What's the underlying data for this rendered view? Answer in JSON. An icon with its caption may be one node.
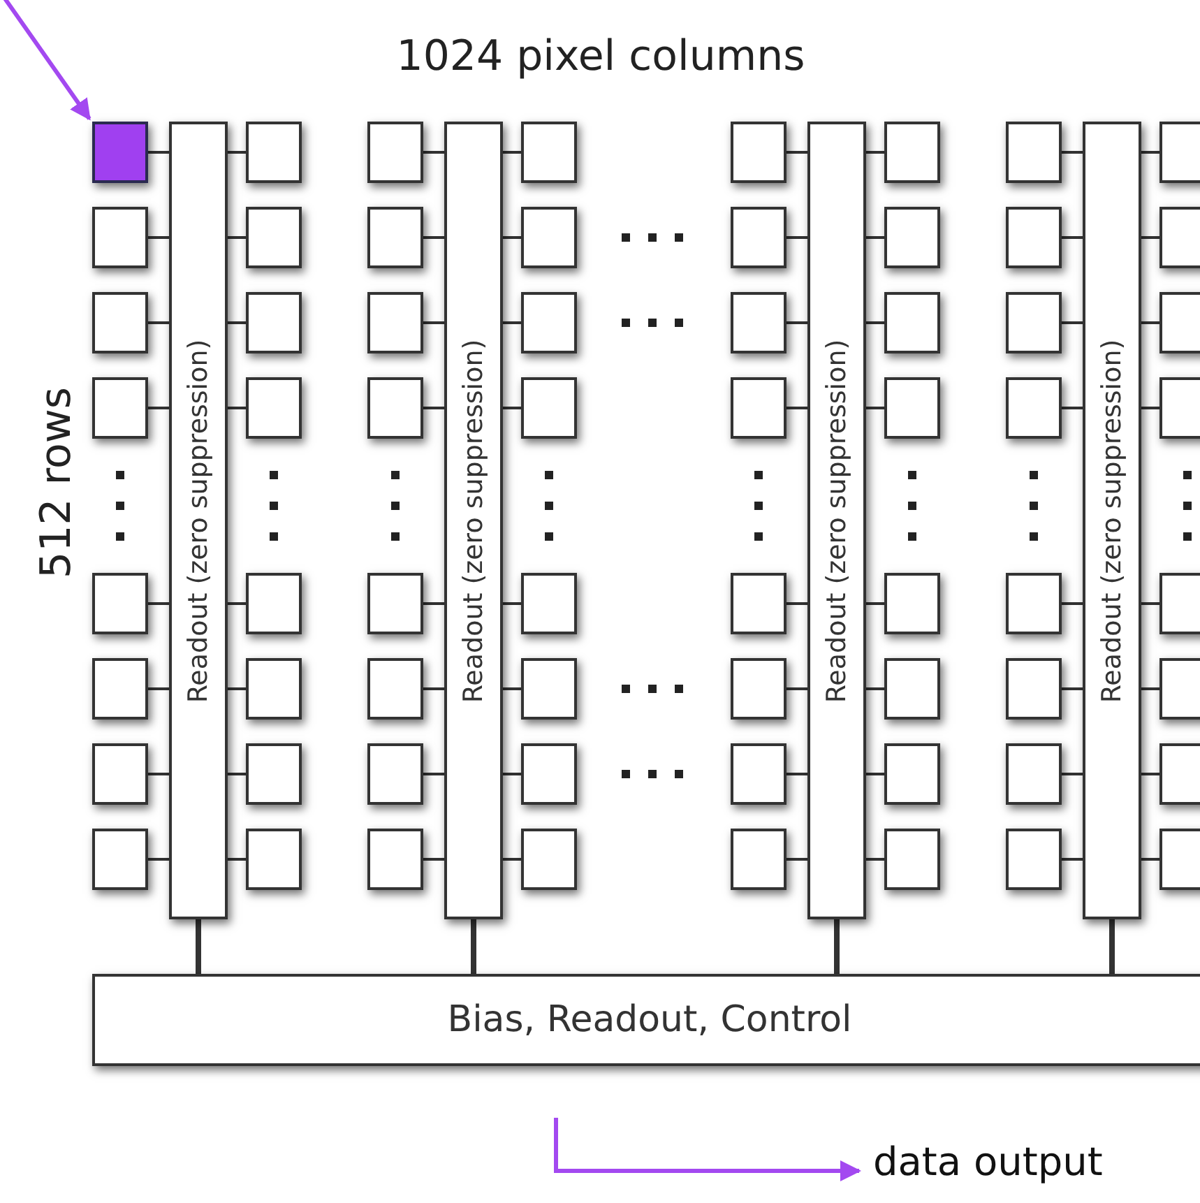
{
  "diagram": {
    "nodes": [
      {
        "text": [],
        "shape": "box"
      },
      {
        "text": [],
        "shape": "box"
      },
      {
        "text": [],
        "shape": "box"
      },
      {
        "text": [],
        "shape": "box"
      },
      {
        "text": [],
        "shape": "box"
      },
      {
        "text": [],
        "shape": "box"
      },
      {
        "text": [],
        "shape": "box"
      },
      {
        "text": [],
        "shape": "box"
      },
      {
        "text": [
          "Readout (zero suppression)"
        ]
      },
      {
        "text": [],
        "shape": "box"
      },
      {
        "text": [],
        "shape": "box"
      },
      {
        "text": [],
        "shape": "box"
      },
      {
        "text": [],
        "shape": "box"
      },
      {
        "text": [],
        "shape": "box"
      },
      {
        "text": [],
        "shape": "box"
      },
      {
        "text": [],
        "shape": "box"
      },
      {
        "text": [],
        "shape": "box"
      },
      {
        "text": [],
        "shape": "box"
      },
      {
        "text": [],
        "shape": "box"
      },
      {
        "text": [],
        "shape": "box"
      },
      {
        "text": [],
        "shape": "box"
      },
      {
        "text": [],
        "shape": "box"
      },
      {
        "text": [],
        "shape": "box"
      },
      {
        "text": [],
        "shape": "box"
      },
      {
        "text": [],
        "shape": "box"
      },
      {
        "text": [
          "Readout (zero suppression)"
        ]
      },
      {
        "text": [],
        "shape": "box"
      },
      {
        "text": [],
        "shape": "box"
      },
      {
        "text": [],
        "shape": "box"
      },
      {
        "text": [],
        "shape": "box"
      },
      {
        "text": [],
        "shape": "box"
      },
      {
        "text": [],
        "shape": "box"
      },
      {
        "text": [],
        "shape": "box"
      },
      {
        "text": [],
        "shape": "box"
      },
      {
        "text": [],
        "shape": "box"
      },
      {
        "text": [],
        "shape": "box"
      },
      {
        "text": [],
        "shape": "box"
      },
      {
        "text": [],
        "shape": "box"
      },
      {
        "text": [],
        "shape": "box"
      },
      {
        "text": [],
        "shape": "box"
      },
      {
        "text": [],
        "shape": "box"
      },
      {
        "text": [],
        "shape": "box"
      },
      {
        "text": [
          "Readout (zero suppression)"
        ]
      },
      {
        "text": [],
        "shape": "box"
      },
      {
        "text": [],
        "shape": "box"
      },
      {
        "text": [],
        "shape": "box"
      },
      {
        "text": [],
        "shape": "box"
      },
      {
        "text": [],
        "shape": "box"
      },
      {
        "text": [],
        "shape": "box"
      },
      {
        "text": [],
        "shape": "box"
      },
      {
        "text": [],
        "shape": "box"
      },
      {
        "text": [],
        "shape": "box"
      },
      {
        "text": [],
        "shape": "box"
      },
      {
        "text": [],
        "shape": "box"
      },
      {
        "text": [],
        "shape": "box"
      },
      {
        "text": [],
        "shape": "box"
      },
      {
        "text": [],
        "shape": "box"
      },
      {
        "text": [],
        "shape": "box"
      },
      {
        "text": [],
        "shape": "box"
      },
      {
        "text": [
          "Readout (zero suppression)"
        ]
      },
      {
        "text": [],
        "shape": "box"
      },
      {
        "text": [],
        "shape": "box"
      },
      {
        "text": [],
        "shape": "box"
      },
      {
        "text": [],
        "shape": "box"
      },
      {
        "text": [],
        "shape": "box"
      },
      {
        "text": [],
        "shape": "box"
      },
      {
        "text": [],
        "shape": "box"
      },
      {
        "text": [],
        "shape": "box"
      },
      {
        "text": [
          "Bias, Readout, Control"
        ]
      },
      {
        "text": [
          "data output"
        ]
      }
    ],
    "edges": [
      {
        "from": 0,
        "to": 8,
        "arrow": "none"
      },
      {
        "from": 1,
        "to": 8,
        "arrow": "none"
      },
      {
        "from": 2,
        "to": 8,
        "arrow": "none"
      },
      {
        "from": 3,
        "to": 8,
        "arrow": "none"
      },
      {
        "from": 4,
        "to": 8,
        "arrow": "none"
      },
      {
        "from": 5,
        "to": 8,
        "arrow": "none"
      },
      {
        "from": 6,
        "to": 8,
        "arrow": "none"
      },
      {
        "from": 7,
        "to": 8,
        "arrow": "none"
      },
      {
        "from": 9,
        "to": 8,
        "arrow": "none"
      },
      {
        "from": 10,
        "to": 8,
        "arrow": "none"
      },
      {
        "from": 11,
        "to": 8,
        "arrow": "none"
      },
      {
        "from": 12,
        "to": 8,
        "arrow": "none"
      },
      {
        "from": 13,
        "to": 8,
        "arrow": "none"
      },
      {
        "from": 14,
        "to": 8,
        "arrow": "none"
      },
      {
        "from": 15,
        "to": 8,
        "arrow": "none"
      },
      {
        "from": 16,
        "to": 8,
        "arrow": "none"
      },
      {
        "from": 17,
        "to": 25,
        "arrow": "none"
      },
      {
        "from": 18,
        "to": 25,
        "arrow": "none"
      },
      {
        "from": 19,
        "to": 25,
        "arrow": "none"
      },
      {
        "from": 20,
        "to": 25,
        "arrow": "none"
      },
      {
        "from": 21,
        "to": 25,
        "arrow": "none"
      },
      {
        "from": 22,
        "to": 25,
        "arrow": "none"
      },
      {
        "from": 23,
        "to": 25,
        "arrow": "none"
      },
      {
        "from": 24,
        "to": 25,
        "arrow": "none"
      },
      {
        "from": 26,
        "to": 25,
        "arrow": "none"
      },
      {
        "from": 27,
        "to": 25,
        "arrow": "none"
      },
      {
        "from": 28,
        "to": 25,
        "arrow": "none"
      },
      {
        "from": 29,
        "to": 25,
        "arrow": "none"
      },
      {
        "from": 30,
        "to": 25,
        "arrow": "none"
      },
      {
        "from": 31,
        "to": 25,
        "arrow": "none"
      },
      {
        "from": 32,
        "to": 25,
        "arrow": "none"
      },
      {
        "from": 33,
        "to": 25,
        "arrow": "none"
      },
      {
        "from": 34,
        "to": 42,
        "arrow": "none"
      },
      {
        "from": 35,
        "to": 42,
        "arrow": "none"
      },
      {
        "from": 36,
        "to": 42,
        "arrow": "none"
      },
      {
        "from": 37,
        "to": 42,
        "arrow": "none"
      },
      {
        "from": 38,
        "to": 42,
        "arrow": "none"
      },
      {
        "from": 39,
        "to": 42,
        "arrow": "none"
      },
      {
        "from": 40,
        "to": 42,
        "arrow": "none"
      },
      {
        "from": 41,
        "to": 42,
        "arrow": "none"
      },
      {
        "from": 43,
        "to": 42,
        "arrow": "none"
      },
      {
        "from": 44,
        "to": 42,
        "arrow": "none"
      },
      {
        "from": 45,
        "to": 42,
        "arrow": "none"
      },
      {
        "from": 46,
        "to": 42,
        "arrow": "none"
      },
      {
        "from": 47,
        "to": 42,
        "arrow": "none"
      },
      {
        "from": 48,
        "to": 42,
        "arrow": "none"
      },
      {
        "from": 49,
        "to": 42,
        "arrow": "none"
      },
      {
        "from": 50,
        "to": 42,
        "arrow": "none"
      },
      {
        "from": 51,
        "to": 59,
        "arrow": "none"
      },
      {
        "from": 52,
        "to": 59,
        "arrow": "none"
      },
      {
        "from": 53,
        "to": 59,
        "arrow": "none"
      },
      {
        "from": 54,
        "to": 59,
        "arrow": "none"
      },
      {
        "from": 55,
        "to": 59,
        "arrow": "none"
      },
      {
        "from": 56,
        "to": 59,
        "arrow": "none"
      },
      {
        "from": 57,
        "to": 59,
        "arrow": "none"
      },
      {
        "from": 58,
        "to": 59,
        "arrow": "none"
      },
      {
        "from": 60,
        "to": 59,
        "arrow": "none"
      },
      {
        "from": 61,
        "to": 59,
        "arrow": "none"
      },
      {
        "from": 62,
        "to": 59,
        "arrow": "none"
      },
      {
        "from": 63,
        "to": 59,
        "arrow": "none"
      },
      {
        "from": 64,
        "to": 59,
        "arrow": "none"
      },
      {
        "from": 65,
        "to": 59,
        "arrow": "none"
      },
      {
        "from": 66,
        "to": 59,
        "arrow": "none"
      },
      {
        "from": 67,
        "to": 59,
        "arrow": "none"
      },
      {
        "from": 8,
        "to": 68,
        "arrow": "none",
        "style": "thick"
      },
      {
        "from": 25,
        "to": 68,
        "arrow": "none",
        "style": "thick"
      },
      {
        "from": 42,
        "to": 68,
        "arrow": "none",
        "style": "thick"
      },
      {
        "from": 59,
        "to": 68,
        "arrow": "none",
        "style": "thick"
      },
      {
        "from": null,
        "to": 0,
        "arrow": "to",
        "color": "#a349f0"
      },
      {
        "from": null,
        "to": 69,
        "arrow": "to",
        "color": "#a349f0"
      }
    ],
    "labels": [
      "1024 pixel columns",
      "512 rows"
    ]
  }
}
